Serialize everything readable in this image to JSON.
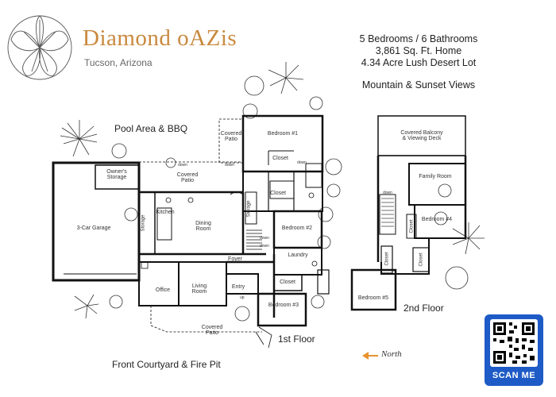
{
  "brand": {
    "name": "Diamond oAZis",
    "location": "Tucson, Arizona"
  },
  "facts": {
    "bedrooms_baths": "5 Bedrooms / 6 Bathrooms",
    "sqft": "3,861 Sq. Ft. Home",
    "lot": "4.34 Acre Lush Desert Lot",
    "views": "Mountain & Sunset Views"
  },
  "areas": {
    "pool": "Pool Area &  BBQ",
    "courtyard": "Front Courtyard & Fire Pit"
  },
  "first_floor": {
    "label": "1st Floor",
    "rooms": {
      "covered_patio_top": "Covered\nPatio",
      "bedroom1": "Bedroom #1",
      "closet_b1": "Closet",
      "owners_storage": "Owner's\nStorage",
      "covered_patio_mid": "Covered\nPatio",
      "garage": "3-Car Garage",
      "storage_left": "Storage",
      "kitchen": "Kitchen",
      "dining": "Dining\nRoom",
      "storage_mid": "Storage",
      "closet_mid": "Closet",
      "bedroom2": "Bedroom #2",
      "foyer": "Foyer",
      "laundry": "Laundry",
      "closet_lower": "Closet",
      "office": "Office",
      "living": "Living\nRoom",
      "entry": "Entry",
      "bedroom3": "Bedroom #3",
      "covered_patio_bottom": "Covered\nPatio"
    },
    "stair_marks": {
      "down1": "down",
      "down2": "down",
      "down3": "down",
      "down4": "down",
      "down5": "down",
      "up": "up"
    }
  },
  "second_floor": {
    "label": "2nd Floor",
    "rooms": {
      "balcony": "Covered Balcony\n& Viewing Deck",
      "family": "Family Room",
      "bedroom4": "Bedroom #4",
      "bedroom5": "Bedroom #5",
      "closet_a": "Closet",
      "closet_b": "Closet",
      "closet_c": "Closet"
    },
    "stair_mark": "down"
  },
  "compass": {
    "label": "North",
    "arrow_color": "#e8932e"
  },
  "qr": {
    "label": "SCAN ME",
    "color": "#1e5bc6"
  },
  "colors": {
    "brand": "#c9893e",
    "wall": "#111111"
  }
}
